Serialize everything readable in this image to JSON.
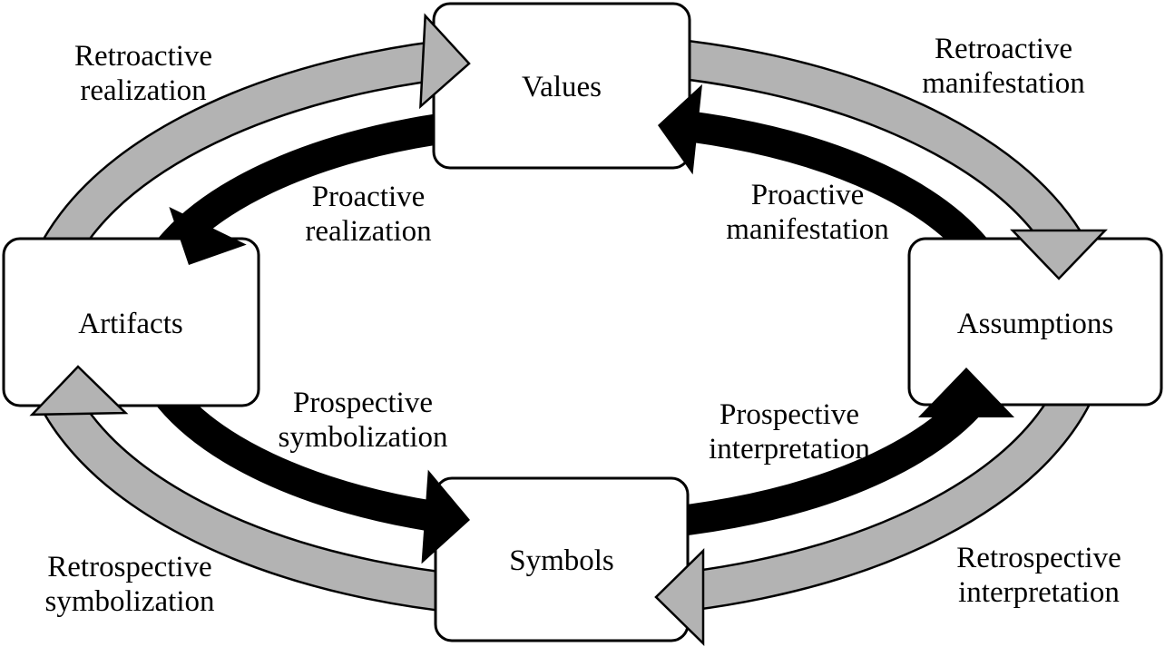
{
  "nodes": {
    "values": {
      "label": "Values"
    },
    "assumptions": {
      "label": "Assumptions"
    },
    "symbols": {
      "label": "Symbols"
    },
    "artifacts": {
      "label": "Artifacts"
    }
  },
  "arrows": {
    "outer_cycle": {
      "color": "#b3b3b3",
      "direction": "clockwise",
      "items": [
        {
          "label": "Retroactive realization",
          "from": "Artifacts",
          "to": "Values"
        },
        {
          "label": "Retroactive manifestation",
          "from": "Values",
          "to": "Assumptions"
        },
        {
          "label": "Retrospective interpretation",
          "from": "Assumptions",
          "to": "Symbols"
        },
        {
          "label": "Retrospective symbolization",
          "from": "Symbols",
          "to": "Artifacts"
        }
      ]
    },
    "inner_cycle": {
      "color": "#000000",
      "direction": "counterclockwise",
      "items": [
        {
          "label": "Proactive manifestation",
          "from": "Assumptions",
          "to": "Values"
        },
        {
          "label": "Proactive realization",
          "from": "Values",
          "to": "Artifacts"
        },
        {
          "label": "Prospective symbolization",
          "from": "Artifacts",
          "to": "Symbols"
        },
        {
          "label": "Prospective interpretation",
          "from": "Symbols",
          "to": "Assumptions"
        }
      ]
    }
  },
  "colors": {
    "background": "#ffffff",
    "node_fill": "#ffffff",
    "node_border": "#000000",
    "arrow_outline": "#000000",
    "text": "#000000"
  }
}
